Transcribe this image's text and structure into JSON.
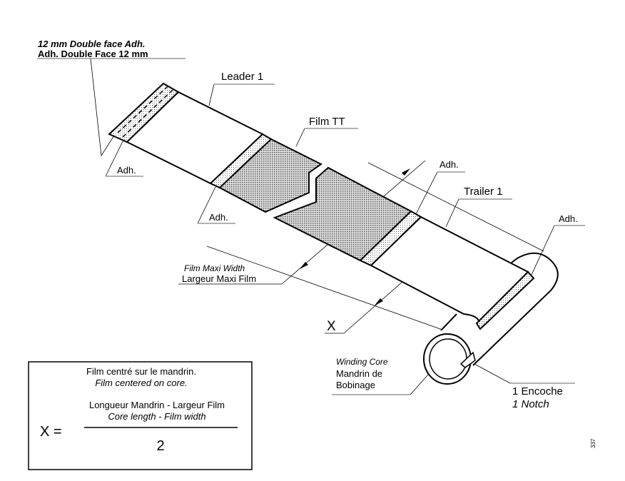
{
  "labels": {
    "double_face_en": "12 mm Double face Adh.",
    "double_face_fr": "Adh. Double Face 12 mm",
    "leader": "Leader 1",
    "film": "Film TT",
    "adh": "Adh.",
    "trailer": "Trailer 1",
    "film_width_en": "Film Maxi Width",
    "film_width_fr": "Largeur Maxi Film",
    "x_dim": "X",
    "core_en": "Winding Core",
    "core_fr_1": "Mandrin de",
    "core_fr_2": "Bobinage",
    "notch_fr": "1 Encoche",
    "notch_en": "1 Notch"
  },
  "formula_box": {
    "line_fr": "Film centré sur le mandrin.",
    "line_en": "Film centered on core.",
    "x_eq": "X =",
    "numerator_fr": "Longueur Mandrin - Largeur Film",
    "numerator_en": "Core length - Film width",
    "denominator": "2"
  },
  "figure_number": "337",
  "colors": {
    "line": "#000000",
    "hatch_dark": "#9a9a9a",
    "hatch_light": "#d8d8d8"
  }
}
